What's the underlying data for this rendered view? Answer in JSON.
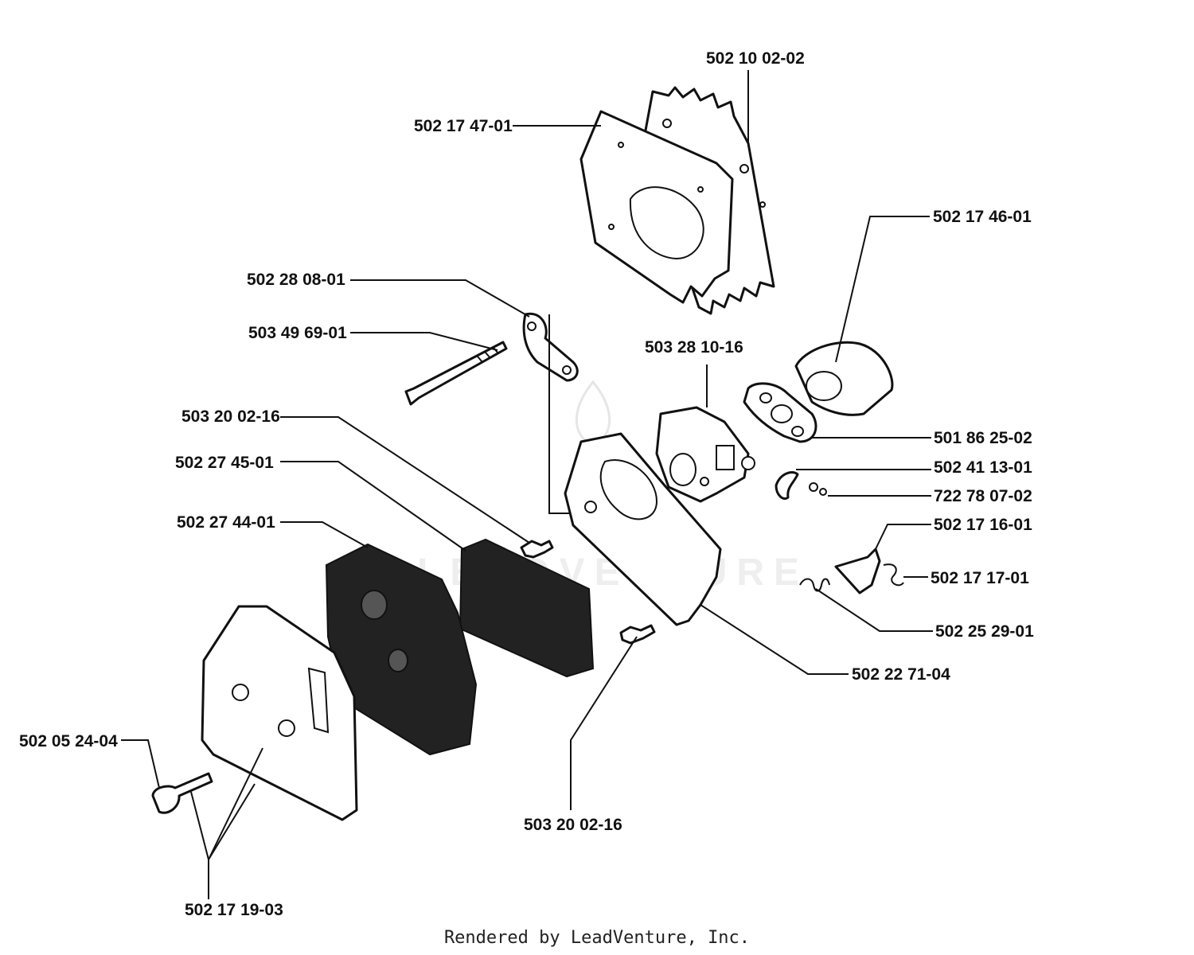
{
  "labels": {
    "p1": "502 10 02-02",
    "p2": "502 17 47-01",
    "p3": "502 17 46-01",
    "p4": "502 28 08-01",
    "p5": "503 49 69-01",
    "p6": "503 28 10-16",
    "p7": "503 20 02-16",
    "p8": "502 27 45-01",
    "p9": "502 27 44-01",
    "p10": "501 86 25-02",
    "p11": "502 41 13-01",
    "p12": "722 78 07-02",
    "p13": "502 17 16-01",
    "p14": "502 17 17-01",
    "p15": "502 25 29-01",
    "p16": "502 22 71-04",
    "p17": "502 05 24-04",
    "p18": "503 20 02-16",
    "p19": "502 17 19-03"
  },
  "footer": {
    "credit": "Rendered by LeadVenture, Inc."
  },
  "watermark": {
    "text": "LEADVENTURE"
  }
}
